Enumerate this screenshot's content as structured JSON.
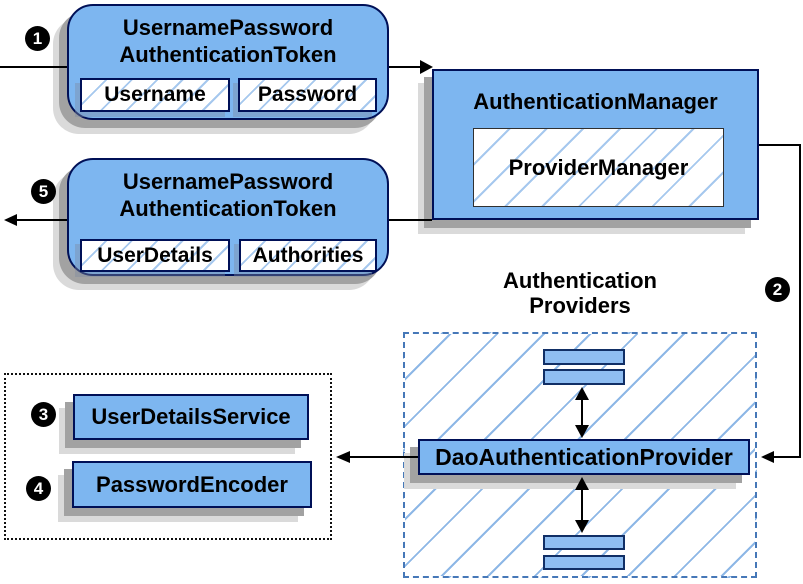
{
  "badges": {
    "step1": "1",
    "step2": "2",
    "step3": "3",
    "step4": "4",
    "step5": "5"
  },
  "request_token": {
    "title": "UsernamePassword\nAuthenticationToken",
    "fields": [
      "Username",
      "Password"
    ]
  },
  "response_token": {
    "title": "UsernamePassword\nAuthenticationToken",
    "fields": [
      "UserDetails",
      "Authorities"
    ]
  },
  "authentication_manager": {
    "title": "AuthenticationManager",
    "provider": "ProviderManager"
  },
  "providers": {
    "label": "Authentication\nProviders",
    "dao": "DaoAuthenticationProvider"
  },
  "services": {
    "user_details_service": "UserDetailsService",
    "password_encoder": "PasswordEncoder"
  },
  "colors": {
    "box_fill": "#7db6f0",
    "bar_fill": "#8fbef2",
    "box_border": "#001057",
    "hatch_line": "#a6c8ee",
    "providers_hatch_line": "#8db7e6",
    "providers_dashed_border": "#4678b8",
    "shadow_dark": "#a2a2a2",
    "shadow_light": "#dadada",
    "connector": "#000000"
  }
}
